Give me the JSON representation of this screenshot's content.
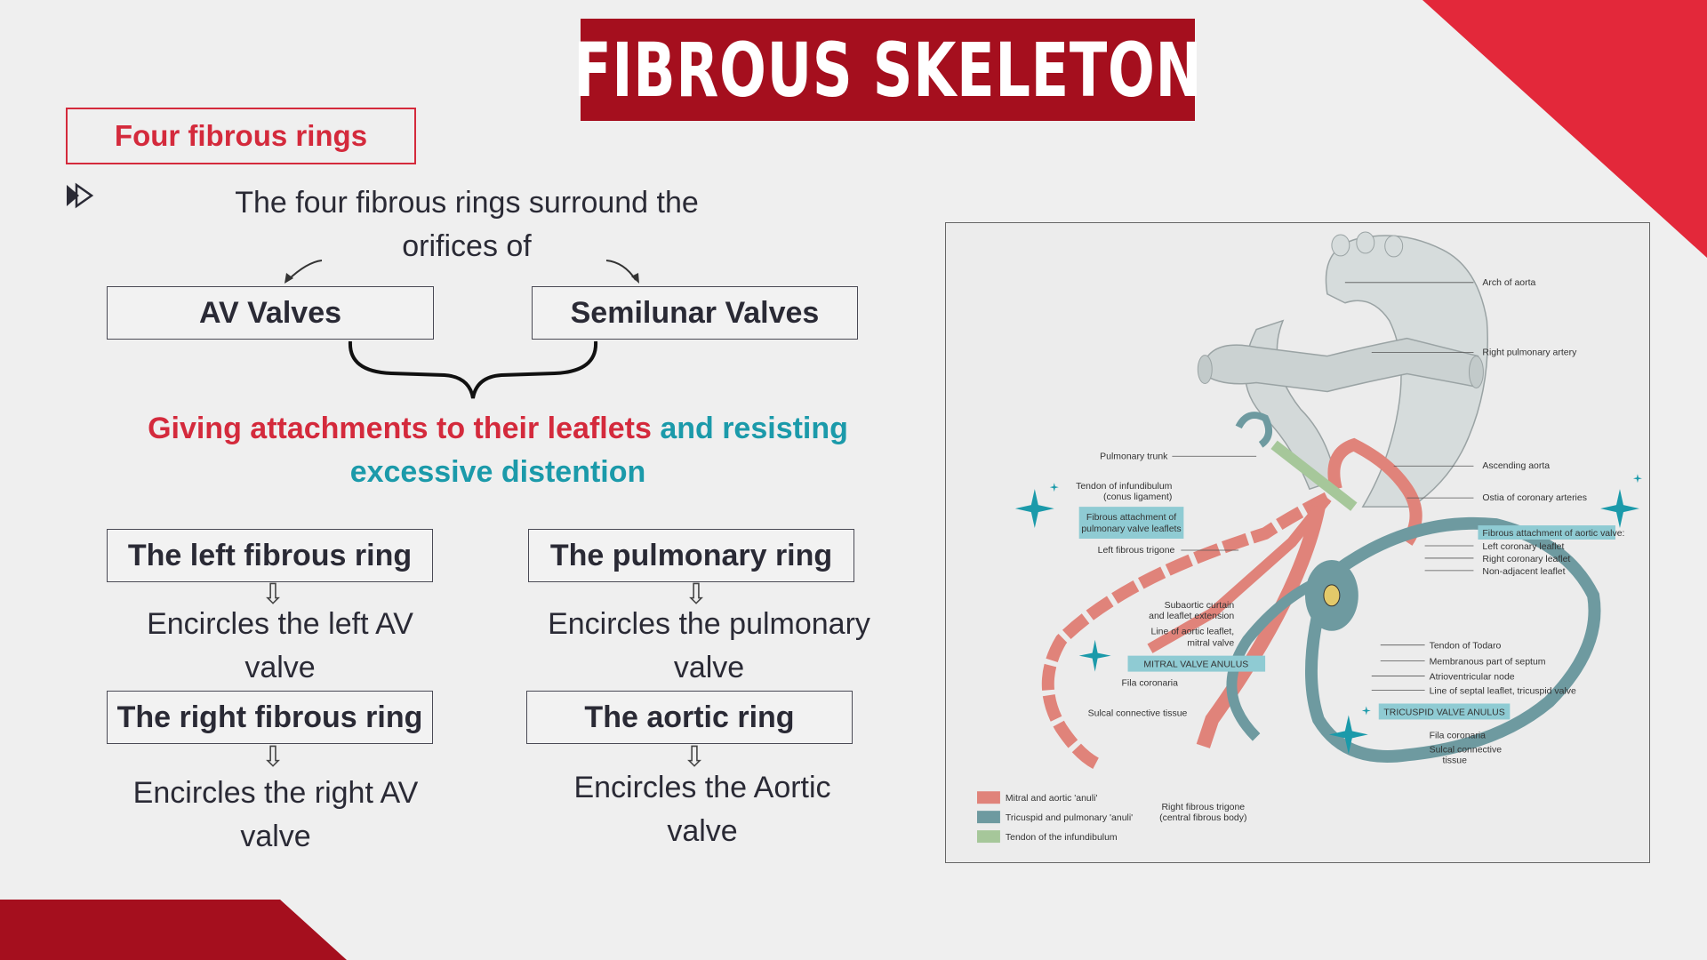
{
  "title": "FIBROUS SKELETON",
  "section_tag": "Four fibrous rings",
  "intro": {
    "line1": "The four fibrous rings surround the",
    "line2": "orifices of"
  },
  "valve_groups": {
    "av": "AV Valves",
    "semilunar": "Semilunar Valves"
  },
  "purpose": {
    "red_text": "Giving attachments to their leaflets",
    "teal_text_1": "and resisting",
    "teal_text_2": "excessive distention"
  },
  "rings": [
    {
      "name": "The left fibrous ring",
      "desc1": "Encircles the left AV",
      "desc2": "valve"
    },
    {
      "name": "The pulmonary ring",
      "desc1": "Encircles the pulmonary",
      "desc2": "valve"
    },
    {
      "name": "The right fibrous ring",
      "desc1": "Encircles the right AV",
      "desc2": "valve"
    },
    {
      "name": "The aortic ring",
      "desc1": "Encircles the Aortic",
      "desc2": "valve"
    }
  ],
  "diagram": {
    "labels": {
      "arch_of_aorta": "Arch of aorta",
      "right_pulmonary_artery": "Right pulmonary artery",
      "pulmonary_trunk": "Pulmonary trunk",
      "ascending_aorta": "Ascending aorta",
      "tendon_infundibulum_1": "Tendon of infundibulum",
      "tendon_infundibulum_2": "(conus ligament)",
      "ostia_coronary": "Ostia of coronary arteries",
      "fibrous_pulmonary_1": "Fibrous attachment of",
      "fibrous_pulmonary_2": "pulmonary valve leaflets",
      "fibrous_aortic": "Fibrous attachment of aortic valve:",
      "left_coronary_leaflet": "Left coronary leaflet",
      "right_coronary_leaflet": "Right coronary leaflet",
      "non_adjacent_leaflet": "Non-adjacent leaflet",
      "left_fibrous_trigone": "Left fibrous trigone",
      "subaortic_1": "Subaortic curtain",
      "subaortic_2": "and leaflet extension",
      "line_aortic_1": "Line of aortic leaflet,",
      "line_aortic_2": "mitral valve",
      "mitral_anulus": "MITRAL VALVE ANULUS",
      "fila_coronaria_left": "Fila coronaria",
      "sulcal_left": "Sulcal connective tissue",
      "tendon_todaro": "Tendon of Todaro",
      "membranous_septum": "Membranous part of septum",
      "av_node": "Atrioventricular node",
      "line_septal": "Line of septal leaflet, tricuspid valve",
      "tricuspid_anulus": "TRICUSPID VALVE ANULUS",
      "fila_coronaria_right": "Fila coronaria",
      "sulcal_right_1": "Sulcal connective",
      "sulcal_right_2": "tissue",
      "right_trigone_1": "Right fibrous trigone",
      "right_trigone_2": "(central fibrous body)"
    },
    "legend": [
      {
        "label": "Mitral and aortic 'anuli'",
        "color": "#e0837a"
      },
      {
        "label": "Tricuspid and pulmonary 'anuli'",
        "color": "#6e9aa0"
      },
      {
        "label": "Tendon of the infundibulum",
        "color": "#a6c79a"
      }
    ]
  },
  "colors": {
    "brand_red": "#a50f1e",
    "accent_red": "#d42a3c",
    "teal": "#1b9aaa",
    "sparkle": "#1b9aaa"
  }
}
